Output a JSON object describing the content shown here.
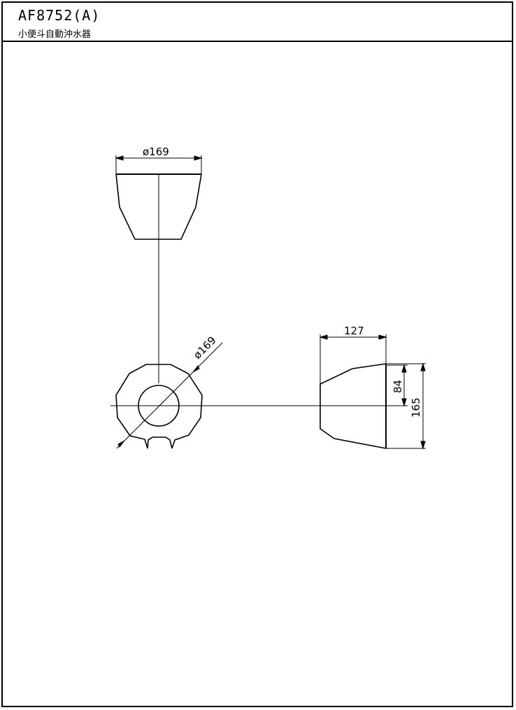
{
  "title_block": {
    "model_code": "AF8752(A)",
    "product_name": "小便斗自動沖水器"
  },
  "dimensions": {
    "top_view_diameter": "ø169",
    "front_view_diameter": "ø169",
    "side_view_depth": "127",
    "side_view_small_height": "84",
    "side_view_total_height": "165"
  },
  "colors": {
    "line": "#000000",
    "background": "#ffffff"
  }
}
